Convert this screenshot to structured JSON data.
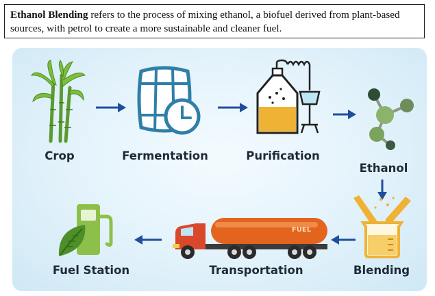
{
  "intro": {
    "term": "Ethanol Blending",
    "definition": " refers to the process of mixing ethanol, a biofuel derived from plant-based sources, with petrol to create a more sustainable and cleaner fuel."
  },
  "steps": [
    {
      "label": "Crop",
      "icon": "sugarcane-icon"
    },
    {
      "label": "Fermentation",
      "icon": "barrel-clock-icon"
    },
    {
      "label": "Purification",
      "icon": "distillation-icon"
    },
    {
      "label": "Ethanol",
      "icon": "molecule-icon"
    },
    {
      "label": "Blending",
      "icon": "beaker-icon"
    },
    {
      "label": "Transportation",
      "icon": "tanker-truck-icon"
    },
    {
      "label": "Fuel Station",
      "icon": "fuel-pump-leaf-icon"
    }
  ],
  "truck": {
    "tank_text": "FUEL"
  },
  "colors": {
    "arrow": "#1f4e9c",
    "leaf": "#6aa83a",
    "barrel": "#2f7fa8",
    "ethanol_liquid": "#f0b234",
    "truck_tank": "#e2641f",
    "truck_cab": "#d9482b"
  }
}
